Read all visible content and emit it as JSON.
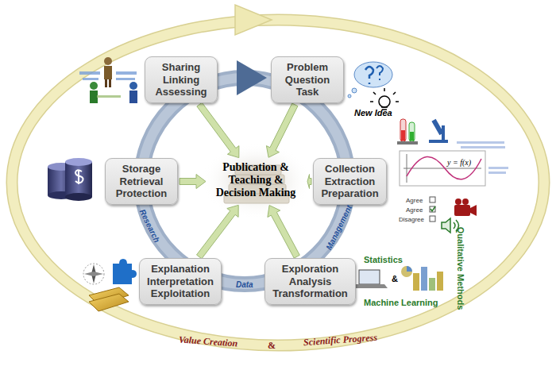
{
  "diagram": {
    "nodes": [
      {
        "text": [
          "Sharing Linking Assessing"
        ]
      },
      {
        "text": [
          "Problem Question Task"
        ]
      },
      {
        "text": [
          "Storage Retrieval Protection"
        ]
      },
      {
        "text": [
          "Collection Extraction Preparation"
        ]
      },
      {
        "text": [
          "Explanation Interpretation Exploitation"
        ]
      },
      {
        "text": [
          "Exploration Analysis Transformation"
        ]
      },
      {
        "text": [
          "Publication & Teaching & Decision Making"
        ]
      }
    ],
    "edges": [
      {
        "from": 0,
        "to": 6,
        "arrow": "to"
      },
      {
        "from": 1,
        "to": 6,
        "arrow": "to"
      },
      {
        "from": 2,
        "to": 6,
        "arrow": "to"
      },
      {
        "from": 3,
        "to": 6,
        "arrow": "to"
      },
      {
        "from": 4,
        "to": 6,
        "arrow": "to"
      },
      {
        "from": 5,
        "to": 6,
        "arrow": "to"
      }
    ],
    "labels": [
      "New Idea",
      "Statistics",
      "&",
      "Machine Learning",
      "Qualitative Methods",
      "Research",
      "Data",
      "Management",
      "Value Creation",
      "&",
      "Scientific Progress",
      "y = f(x)",
      "Agree",
      "Agree",
      "Disagree"
    ]
  }
}
